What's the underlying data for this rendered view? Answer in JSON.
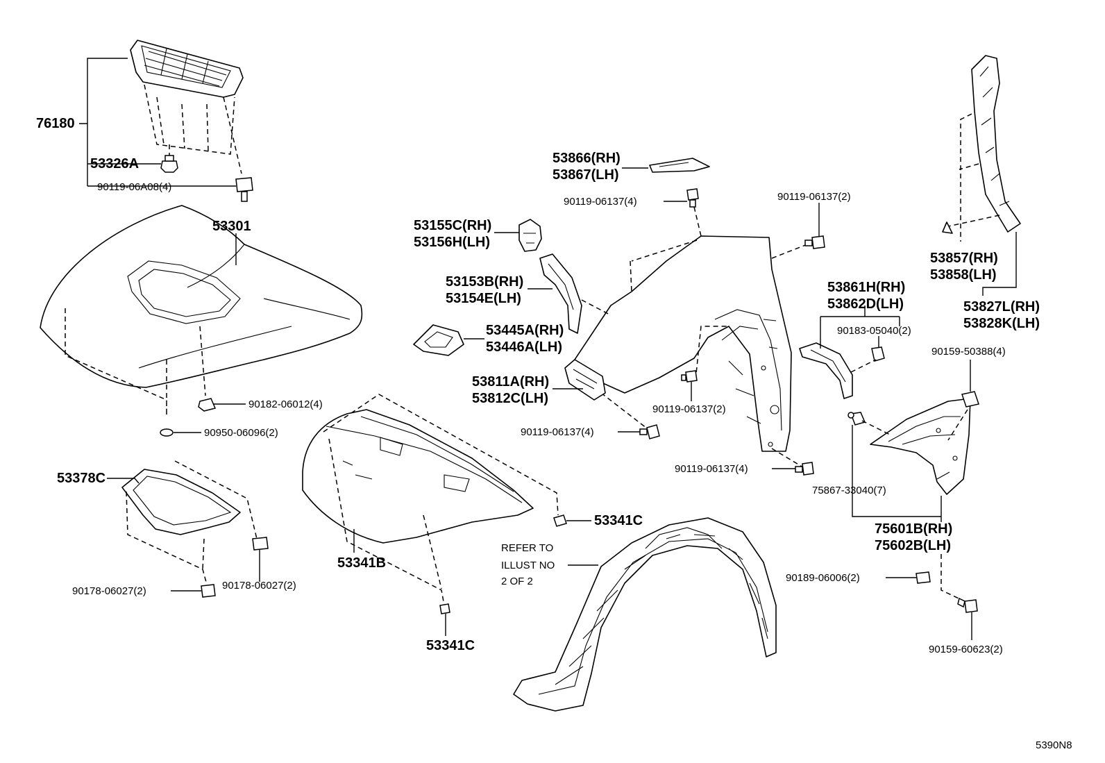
{
  "labels": {
    "p76180": "76180",
    "p53326a": "53326A",
    "p90119_06a08": "90119-06A08(4)",
    "p53301": "53301",
    "p90182_06012": "90182-06012(4)",
    "p90950_06096": "90950-06096(2)",
    "p53378c": "53378C",
    "p90178_06027_a": "90178-06027(2)",
    "p90178_06027_b": "90178-06027(2)",
    "p53341b": "53341B",
    "p53341c_a": "53341C",
    "p53341c_b": "53341C",
    "p53866_rh": "53866(RH)",
    "p53867_lh": "53867(LH)",
    "p90119_06137_4a": "90119-06137(4)",
    "p53155c_rh": "53155C(RH)",
    "p53156h_lh": "53156H(LH)",
    "p53153b_rh": "53153B(RH)",
    "p53154e_lh": "53154E(LH)",
    "p53445a_rh": "53445A(RH)",
    "p53446a_lh": "53446A(LH)",
    "p53811a_rh": "53811A(RH)",
    "p53812c_lh": "53812C(LH)",
    "p90119_06137_4b": "90119-06137(4)",
    "p90119_06137_2a": "90119-06137(2)",
    "p90119_06137_2b": "90119-06137(2)",
    "p90119_06137_4c": "90119-06137(4)",
    "p53861h_rh": "53861H(RH)",
    "p53862d_lh": "53862D(LH)",
    "p90183_05040": "90183-05040(2)",
    "p53857_rh": "53857(RH)",
    "p53858_lh": "53858(LH)",
    "p53827l_rh": "53827L(RH)",
    "p53828k_lh": "53828K(LH)",
    "p90159_50388": "90159-50388(4)",
    "p75867_33040": "75867-33040(7)",
    "p75601b_rh": "75601B(RH)",
    "p75602b_lh": "75602B(LH)",
    "p90189_06006": "90189-06006(2)",
    "p90159_60623": "90159-60623(2)"
  },
  "refer_note": {
    "line1": "REFER TO",
    "line2": "ILLUST NO",
    "line3": "2 OF 2"
  },
  "drawing_code": "5390N8"
}
